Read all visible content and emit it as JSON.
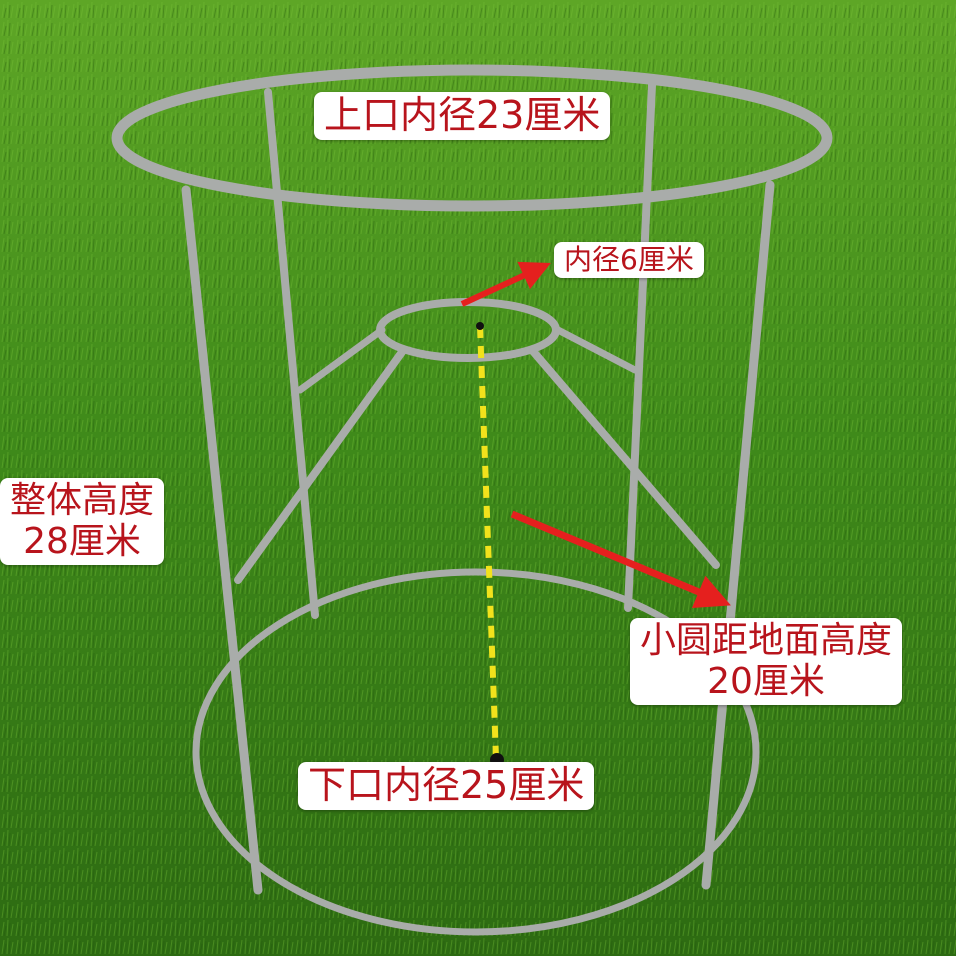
{
  "labels": {
    "top_inner_diameter": "上口内径23厘米",
    "small_ring_diameter": "内径6厘米",
    "overall_height_line1": "整体高度",
    "overall_height_line2": "28厘米",
    "small_ring_height_line1": "小圆距地面高度",
    "small_ring_height_line2": "20厘米",
    "bottom_inner_diameter": "下口内径25厘米"
  },
  "colors": {
    "label_text": "#b8141c",
    "label_bg": "#ffffff",
    "arrow": "#e5201e",
    "dashed_line": "#f2e21c",
    "frame_metal": "#a9acaa",
    "grass_dark": "#2f6f14",
    "grass_light": "#6fbd2a"
  }
}
